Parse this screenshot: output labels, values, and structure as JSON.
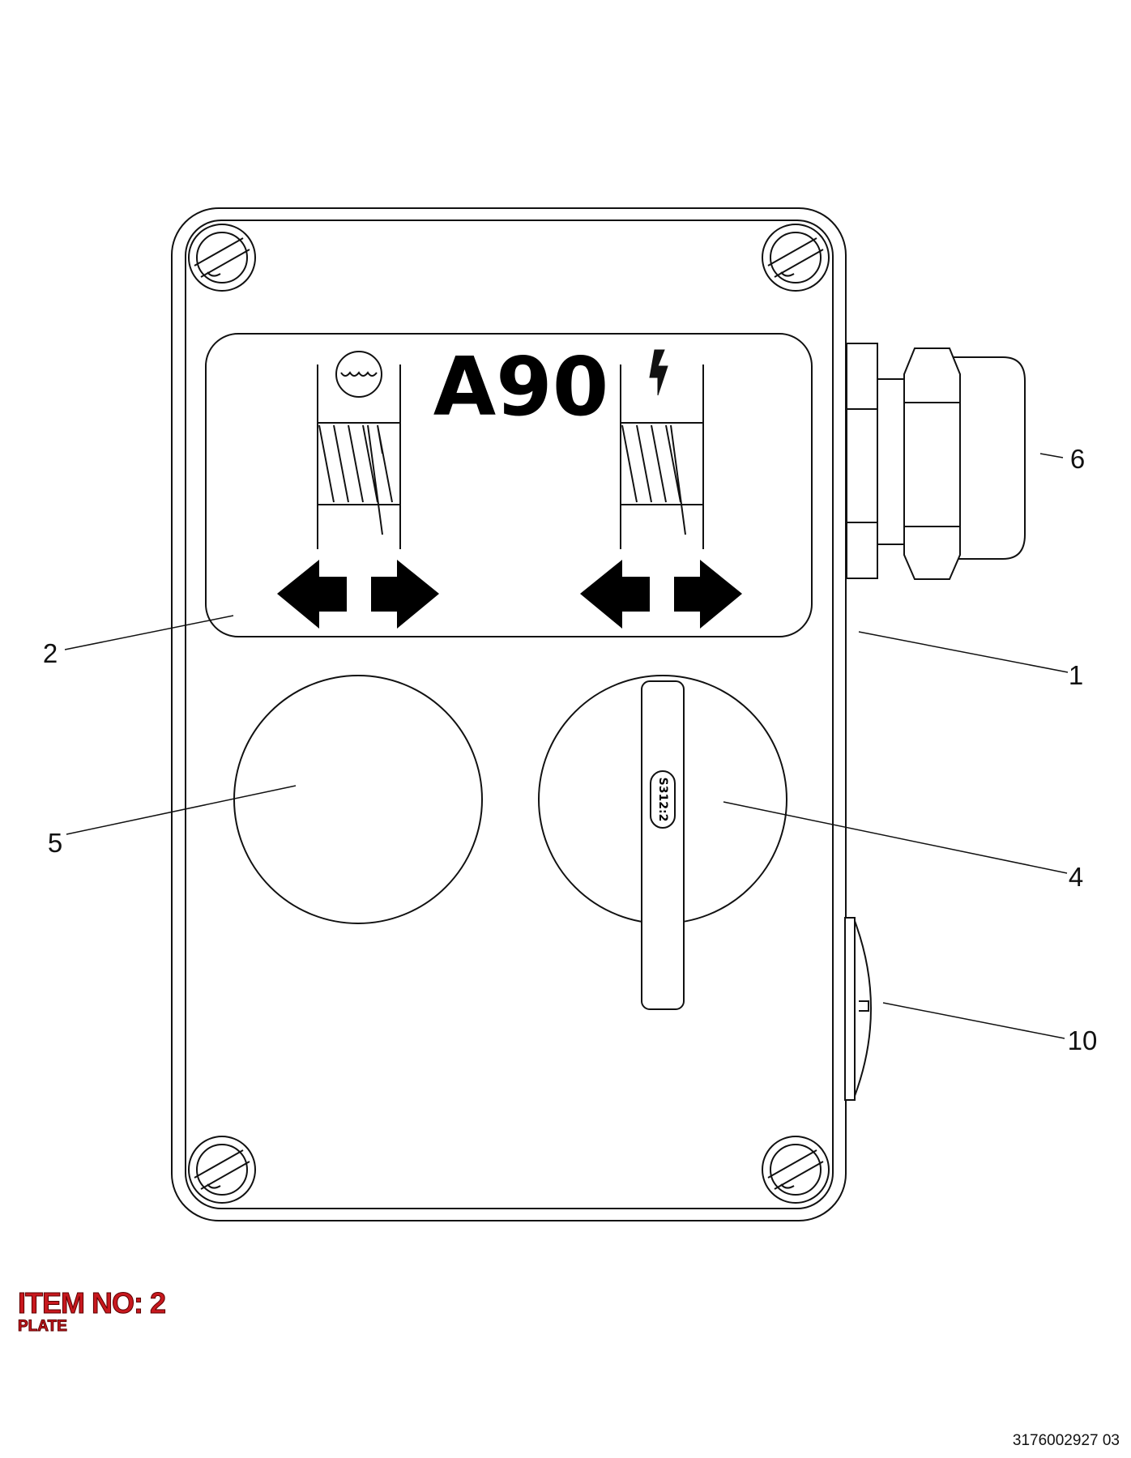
{
  "plate": {
    "label": "A90",
    "switch_label": "S312:2",
    "left_symbol": "water-level-symbol",
    "right_symbol": "lightning-symbol"
  },
  "callouts": {
    "c1": "1",
    "c2": "2",
    "c4": "4",
    "c5": "5",
    "c6": "6",
    "c10": "10"
  },
  "item": {
    "title": "ITEM NO: 2",
    "subtitle": "PLATE"
  },
  "document_id": "3176002927 03",
  "colors": {
    "line": "#111111",
    "item_red": "#c8181e"
  }
}
